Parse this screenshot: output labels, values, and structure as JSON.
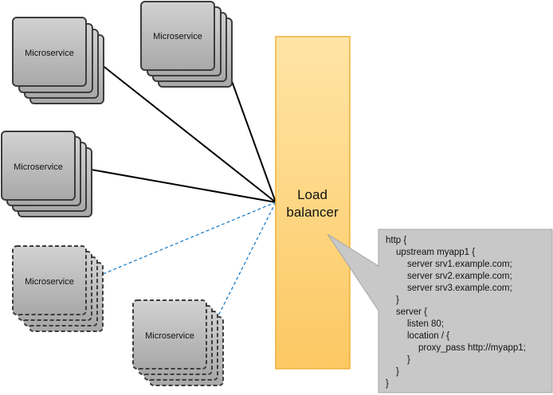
{
  "microservices": [
    {
      "id": "ms-1",
      "label": "Microservice",
      "status": "active"
    },
    {
      "id": "ms-2",
      "label": "Microservice",
      "status": "active"
    },
    {
      "id": "ms-3",
      "label": "Microservice",
      "status": "active"
    },
    {
      "id": "ms-4",
      "label": "Microservice",
      "status": "pending"
    },
    {
      "id": "ms-5",
      "label": "Microservice",
      "status": "pending"
    }
  ],
  "load_balancer": {
    "line1": "Load",
    "line2": "balancer"
  },
  "config": {
    "lines": [
      "http {",
      "upstream myapp1 {",
      "server srv1.example.com;",
      "server srv2.example.com;",
      "server srv3.example.com;",
      "}",
      "server {",
      "listen 80;",
      "location / {",
      "proxy_pass http://myapp1;",
      "}",
      "}",
      "}"
    ]
  },
  "colors": {
    "box_fill_top": "#cfcfcf",
    "box_fill_bottom": "#a9a9a9",
    "box_stroke": "#404040",
    "lb_fill_top": "#ffe6a8",
    "lb_fill_bottom": "#fccb6a",
    "lb_stroke": "#f5b335",
    "callout_fill": "#c8c8c8",
    "callout_stroke": "#a0a0a0",
    "active_line": "#000000",
    "pending_line": "#1f7fc8"
  }
}
